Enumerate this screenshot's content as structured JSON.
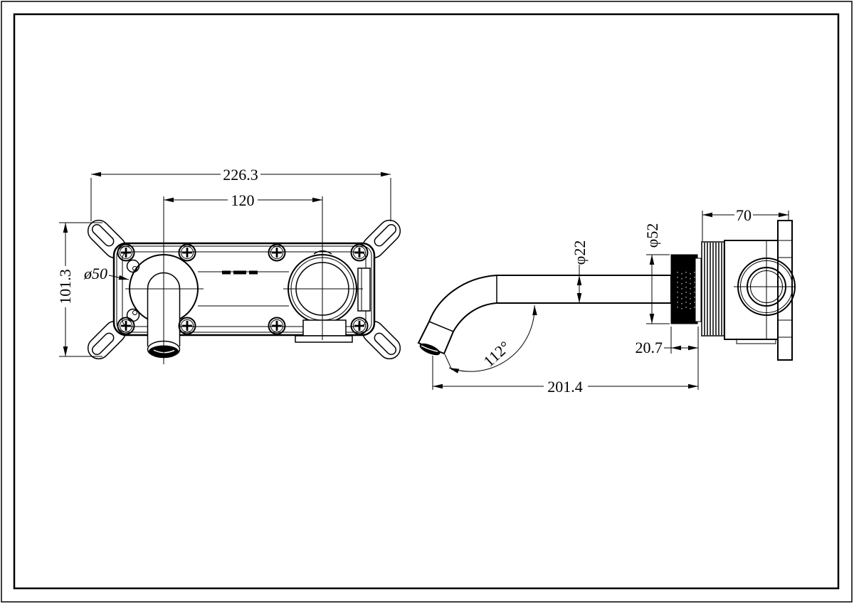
{
  "page": {
    "background": "#ffffff",
    "ink": "#000000"
  },
  "front_view": {
    "dim_overall_width": "226.3",
    "dim_port_spacing": "120",
    "dim_overall_height": "101.3",
    "label_spout_port_diameter": "ø50"
  },
  "side_view": {
    "dim_spout_reach": "201.4",
    "dim_spout_angle": "112°",
    "dim_tube_diameter": "φ22",
    "dim_flange_diameter": "φ52",
    "dim_flange_depth": "20.7",
    "dim_valve_depth": "70"
  }
}
